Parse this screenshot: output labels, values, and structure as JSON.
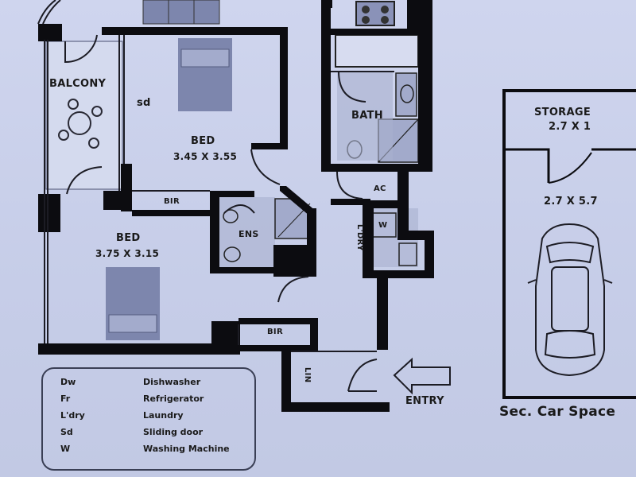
{
  "rooms": {
    "balcony": "BALCONY",
    "sd": "sd",
    "bed1_name": "BED",
    "bed1_size": "3.45 X 3.55",
    "bed2_name": "BED",
    "bed2_size": "3.75 X 3.15",
    "bir1": "BIR",
    "bir2": "BIR",
    "ens": "ENS",
    "bath": "BATH",
    "ac": "AC",
    "laundry": "L'DRY",
    "w": "W",
    "lin": "LIN",
    "entry": "ENTRY"
  },
  "storage": {
    "label": "STORAGE",
    "size": "2.7 X 1",
    "car_size": "2.7 X 5.7",
    "car_space": "Sec. Car Space"
  },
  "legend": [
    {
      "code": "Dw",
      "meaning": "Dishwasher"
    },
    {
      "code": "Fr",
      "meaning": "Refrigerator"
    },
    {
      "code": "L'dry",
      "meaning": "Laundry"
    },
    {
      "code": "Sd",
      "meaning": "Sliding door"
    },
    {
      "code": "W",
      "meaning": "Washing Machine"
    }
  ],
  "colors": {
    "wall": "#0c0c10",
    "paper": "#c9d0e8",
    "fixture": "#7d86ad"
  }
}
